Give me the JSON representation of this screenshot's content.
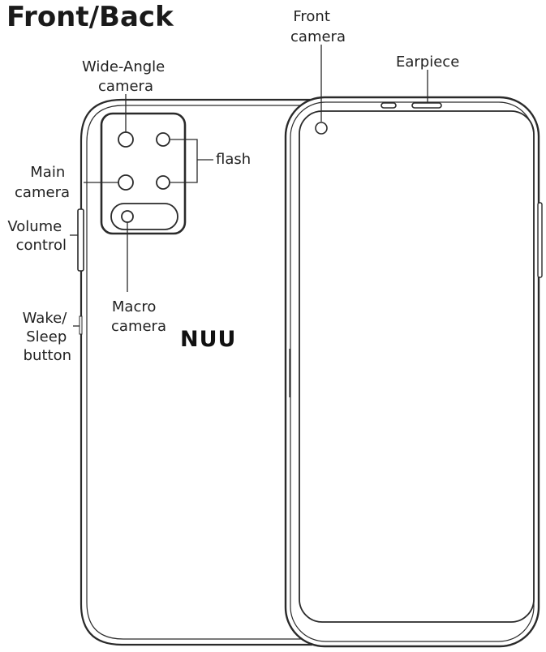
{
  "title": "Front/Back",
  "labels": {
    "front_camera": [
      "Front",
      "camera"
    ],
    "earpiece": "Earpiece",
    "wide_angle": [
      "Wide-Angle",
      "camera"
    ],
    "flash": "flash",
    "main_camera": [
      "Main",
      "camera"
    ],
    "volume": [
      "Volume",
      "control"
    ],
    "macro": [
      "Macro",
      "camera"
    ],
    "wake_sleep": [
      "Wake/",
      "Sleep",
      "button"
    ]
  },
  "brand_logo": "NUU"
}
